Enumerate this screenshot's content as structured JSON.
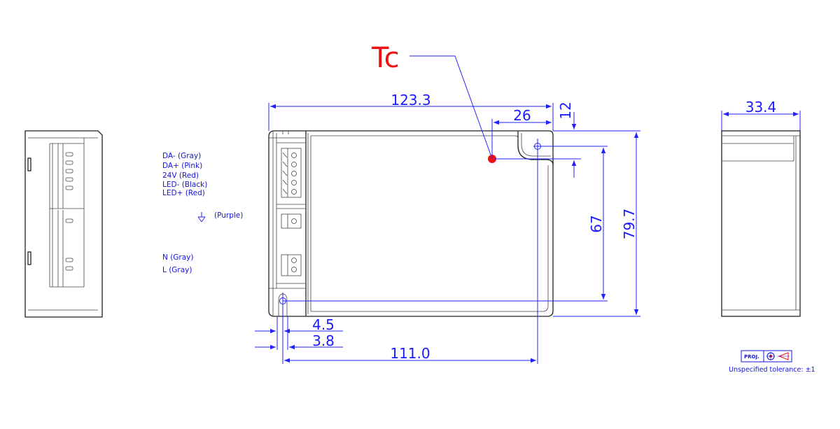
{
  "callout": {
    "tc_label": "Tc"
  },
  "dimensions": {
    "overall_length": "123.3",
    "tc_offset_x": "26",
    "tc_offset_y": "12",
    "hole_spacing_y": "67",
    "overall_width": "79.7",
    "height": "33.4",
    "hole_offset_x": "4.5",
    "hole_diameter": "3.8",
    "hole_spacing_x": "111.0"
  },
  "wiring": {
    "labels": [
      "DA- (Gray)",
      "DA+ (Pink)",
      "24V (Red)",
      "LED- (Black)",
      "LED+ (Red)"
    ],
    "ground_label": "(Purple)",
    "neutral_label": "N (Gray)",
    "line_label": "L (Gray)"
  },
  "notes": {
    "projection_label": "PROJ.",
    "tolerance": "Unspecified tolerance: ±1"
  },
  "colors": {
    "dimension": "#2222ff",
    "outline": "#222222",
    "tc_marker": "#ee1111"
  }
}
